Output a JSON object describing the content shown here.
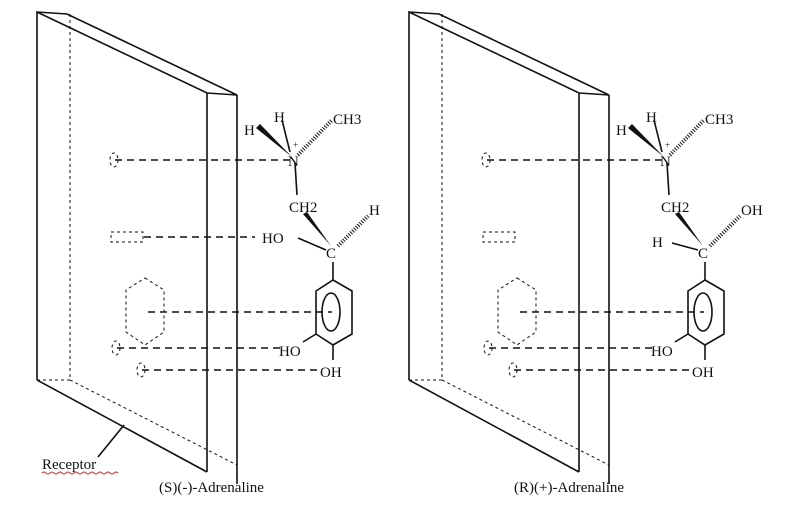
{
  "receptor_label": "Receptor",
  "panels": [
    {
      "caption": "(S)(-)-Adrenaline",
      "atoms": {
        "n": "N",
        "n_h_top": "H",
        "n_h_left": "H",
        "methyl": "CH3",
        "methylene": "CH2",
        "carbon": "C",
        "c_sub_right": "H",
        "c_sub_left": "HO",
        "ring_oh_1": "HO",
        "ring_oh_2": "OH"
      }
    },
    {
      "caption": "(R)(+)-Adrenaline",
      "atoms": {
        "n": "N",
        "n_h_top": "H",
        "n_h_left": "H",
        "methyl": "CH3",
        "methylene": "CH2",
        "carbon": "C",
        "c_sub_right": "OH",
        "c_sub_left": "H",
        "ring_oh_1": "HO",
        "ring_oh_2": "OH"
      }
    }
  ],
  "colors": {
    "ink": "#111111",
    "spellcheck_underline": "#d0312d"
  }
}
